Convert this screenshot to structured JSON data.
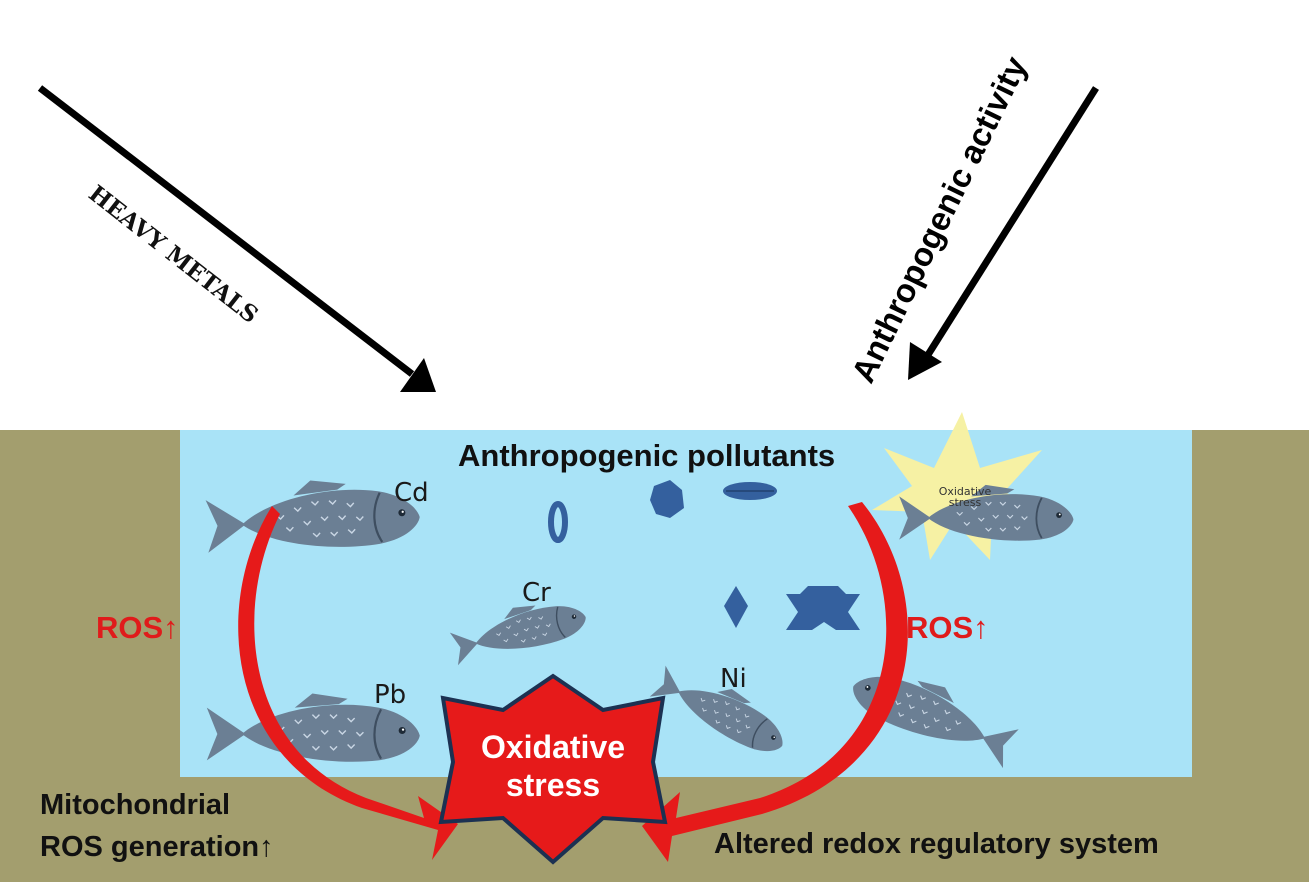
{
  "arrows": {
    "left_label": "HEAVY METALS",
    "right_label": "Anthropogenic activity"
  },
  "pool": {
    "title": "Anthropogenic pollutants"
  },
  "metals": {
    "cd": "Cd",
    "cr": "Cr",
    "pb": "Pb",
    "ni": "Ni"
  },
  "ros": {
    "left": "ROS↑",
    "right": "ROS↑"
  },
  "star": {
    "line1": "Oxidative",
    "line2": "stress"
  },
  "burst": {
    "line1": "Oxidative",
    "line2": "stress"
  },
  "bottom": {
    "left_line1": "Mitochondrial",
    "left_line2": "ROS generation↑",
    "right": "Altered redox regulatory system"
  },
  "colors": {
    "ground": "#a39e6e",
    "water": "#a9e3f7",
    "fish": "#6b7f94",
    "particle": "#34609e",
    "arrow_red": "#e61a1a",
    "burst": "#f6f1a4"
  }
}
